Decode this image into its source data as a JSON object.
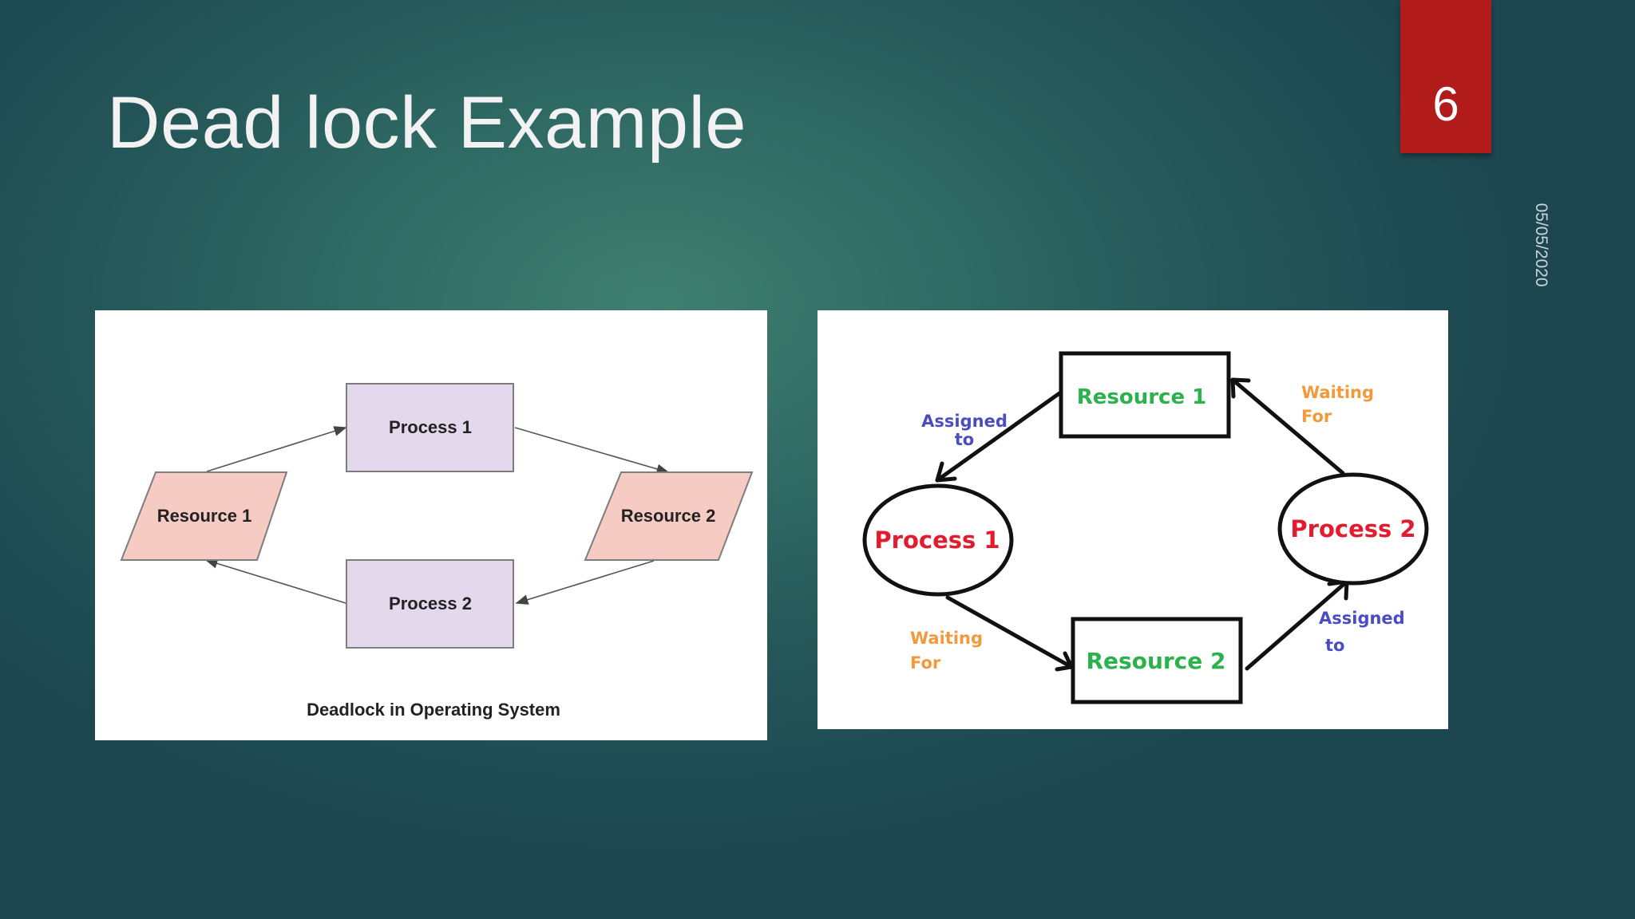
{
  "slide": {
    "title": "Dead lock Example",
    "number": "6",
    "date": "05/05/2020"
  },
  "left_diagram": {
    "process1": "Process 1",
    "process2": "Process 2",
    "resource1": "Resource 1",
    "resource2": "Resource 2",
    "caption": "Deadlock in Operating System",
    "colors": {
      "process_fill": "#e4d9ec",
      "resource_fill": "#f6cbc4"
    }
  },
  "right_diagram": {
    "resource1": "Resource 1",
    "resource2": "Resource 2",
    "process1": "Process 1",
    "process2": "Process 2",
    "assigned_top_1": "Assigned",
    "assigned_top_2": "to",
    "waiting_top_1": "Waiting",
    "waiting_top_2": "For",
    "waiting_bottom_1": "Waiting",
    "waiting_bottom_2": "For",
    "assigned_bottom_1": "Assigned",
    "assigned_bottom_2": "to",
    "colors": {
      "resource_text": "#2bb24c",
      "process_text": "#e21b2e",
      "assigned_text": "#4a4cc0",
      "waiting_text": "#f29a3a"
    }
  }
}
